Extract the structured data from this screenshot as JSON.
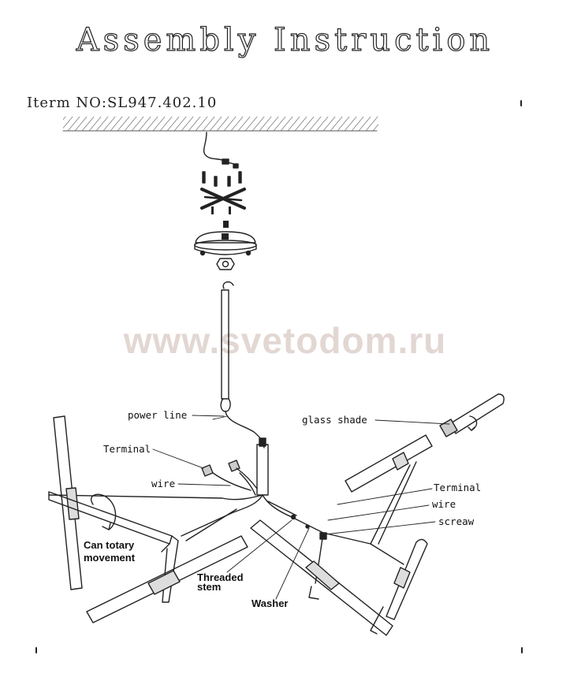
{
  "title": "Assembly Instruction",
  "item_no": "Iterm NO:SL947.402.10",
  "watermark": "www.svetodom.ru",
  "labels": {
    "power_line": "power line",
    "terminal_left": "Terminal",
    "wire_left": "wire",
    "glass_shade": "glass shade",
    "terminal_right": "Terminal",
    "wire_right": "wire",
    "screaw": "screaw",
    "rotary_line1": "Can totary",
    "rotary_line2": "movement",
    "threaded_line1": "Threaded",
    "threaded_line2": "stem",
    "washer": "Washer"
  }
}
